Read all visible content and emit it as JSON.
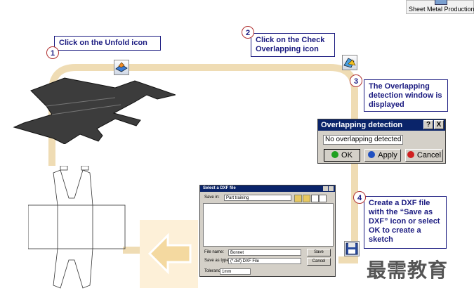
{
  "toolbar": {
    "sheet_metal_label": "Sheet Metal Production"
  },
  "steps": [
    {
      "number": "1",
      "text": "Click on the Unfold icon"
    },
    {
      "number": "2",
      "text": "Click on the Check Overlapping icon"
    },
    {
      "number": "3",
      "text": "The Overlapping detection window is displayed"
    },
    {
      "number": "4",
      "text": "Create a DXF file with the “Save as DXF” icon or select OK to create a sketch"
    }
  ],
  "overlap_dialog": {
    "title": "Overlapping detection",
    "help_btn": "?",
    "close_btn": "X",
    "message": "No overlapping detected",
    "ok_label": "OK",
    "apply_label": "Apply",
    "cancel_label": "Cancel"
  },
  "dxf_dialog": {
    "title": "Select a DXF file",
    "save_in_label": "Save in:",
    "save_in_value": "Part training",
    "file_name_label": "File name:",
    "file_name_value": "Bonnet",
    "save_as_type_label": "Save as type:",
    "save_as_type_value": "(*.dxf) DXF File",
    "tolerance_label": "Tolerance:",
    "tolerance_value": "1mm",
    "save_label": "Save",
    "cancel_label": "Cancel"
  },
  "watermark": "最需教育",
  "icons": {
    "unfold": "unfold-icon",
    "check_overlap": "check-overlapping-icon",
    "save_dxf": "save-as-dxf-icon"
  }
}
